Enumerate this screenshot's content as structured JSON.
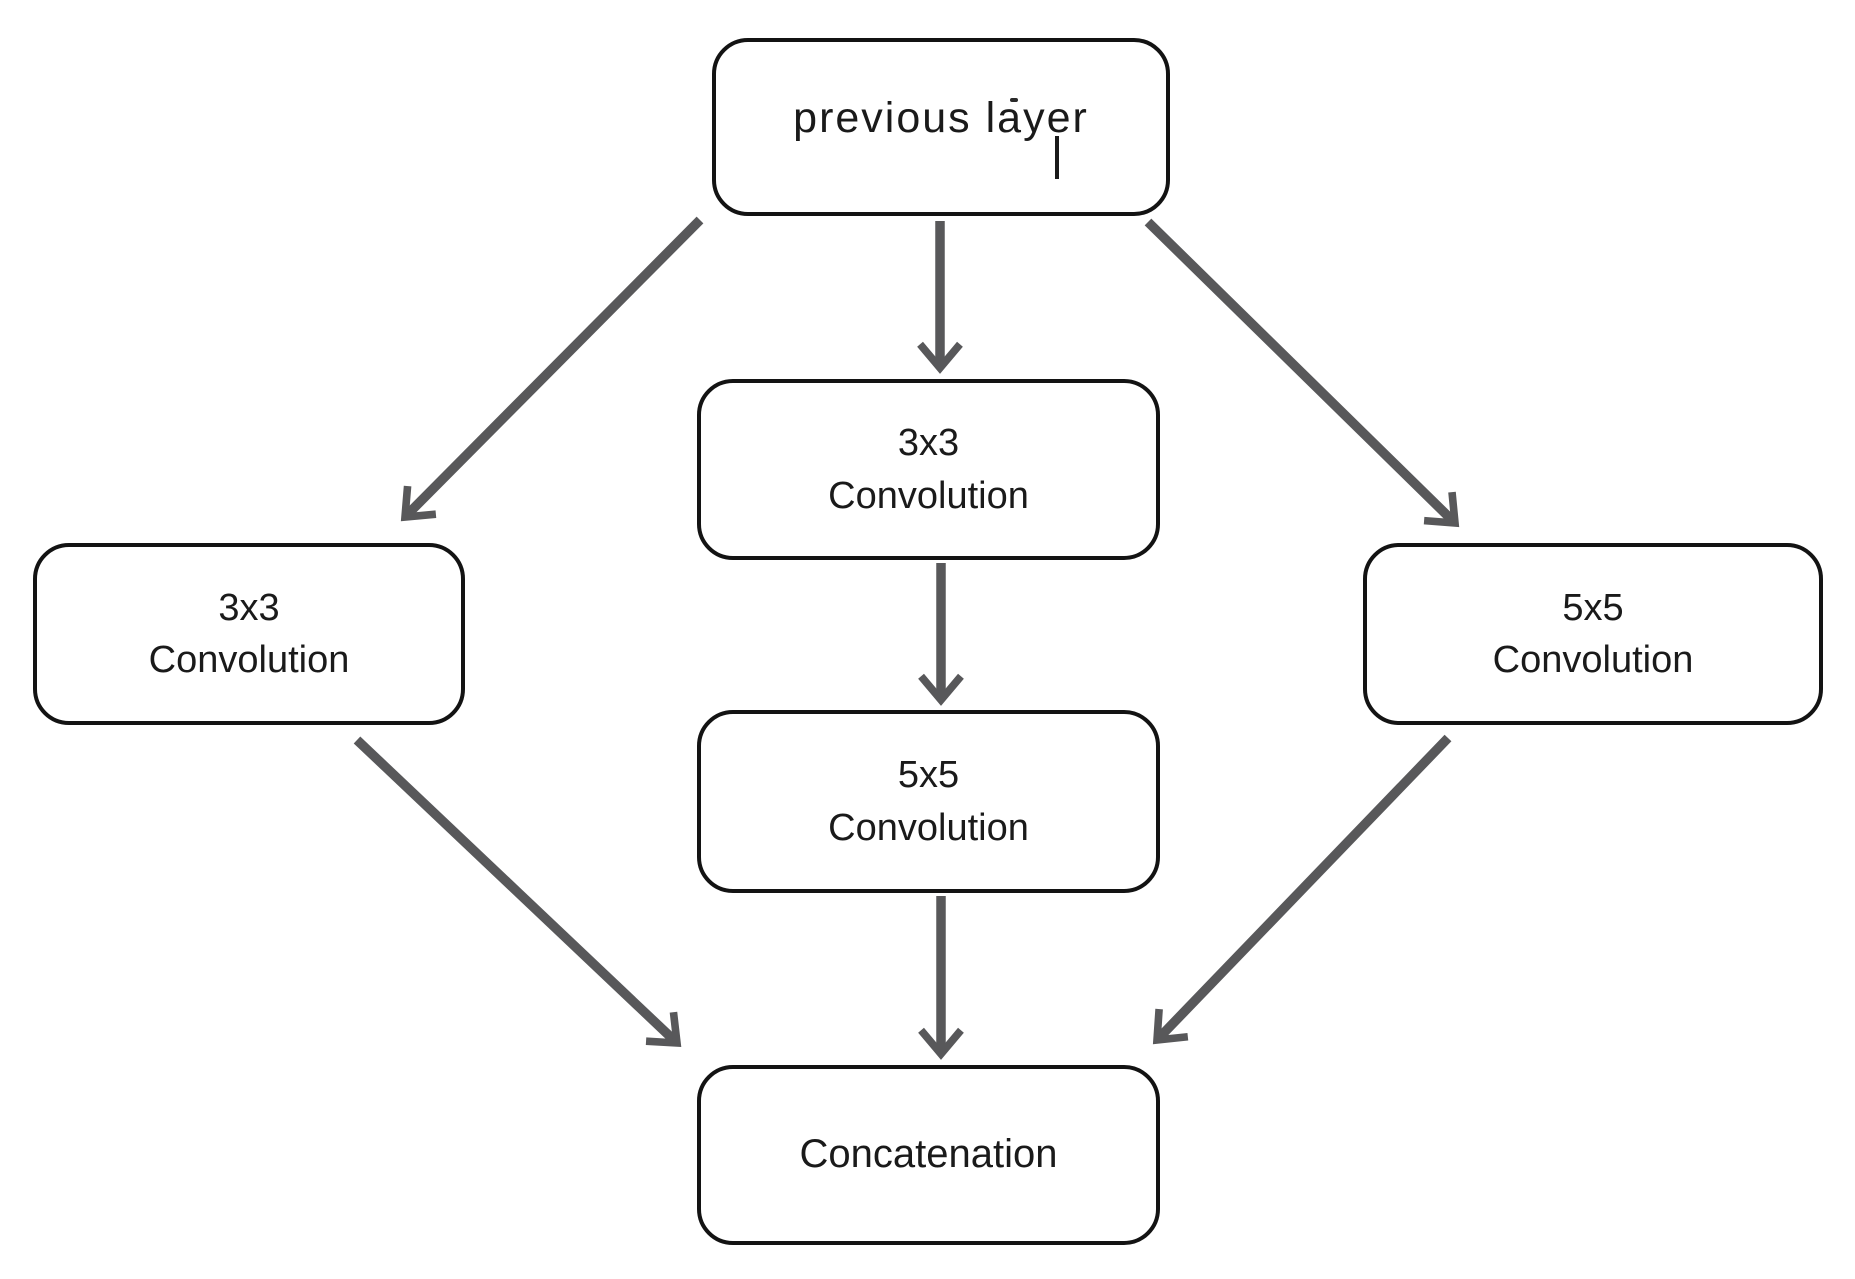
{
  "diagram": {
    "type": "flowchart",
    "description": "Inception-style convolution module: a previous layer feeds three parallel branches (3x3 convolution, 3x3 convolution followed by 5x5 convolution, and 5x5 convolution) whose outputs are concatenated.",
    "nodes": {
      "previous_layer": {
        "label": "previous layer"
      },
      "conv3_left": {
        "lines": [
          "3x3",
          "Convolution"
        ]
      },
      "conv3_mid": {
        "lines": [
          "3x3",
          "Convolution"
        ]
      },
      "conv5_right": {
        "lines": [
          "5x5",
          "Convolution"
        ]
      },
      "conv5_mid": {
        "lines": [
          "5x5",
          "Convolution"
        ]
      },
      "concat": {
        "label": "Concatenation"
      }
    },
    "edges": [
      {
        "from": "previous_layer",
        "to": "conv3_left",
        "style": "arrow"
      },
      {
        "from": "previous_layer",
        "to": "conv3_mid",
        "style": "arrow"
      },
      {
        "from": "previous_layer",
        "to": "conv5_right",
        "style": "arrow"
      },
      {
        "from": "conv3_mid",
        "to": "conv5_mid",
        "style": "arrow"
      },
      {
        "from": "conv3_left",
        "to": "concat",
        "style": "arrow"
      },
      {
        "from": "conv5_mid",
        "to": "concat",
        "style": "arrow"
      },
      {
        "from": "conv5_right",
        "to": "concat",
        "style": "arrow"
      }
    ],
    "colors": {
      "background": "#ffffff",
      "box_fill": "#ffffff",
      "box_border": "#131313",
      "text": "#1a1a1a",
      "arrow": "#58585a"
    }
  }
}
